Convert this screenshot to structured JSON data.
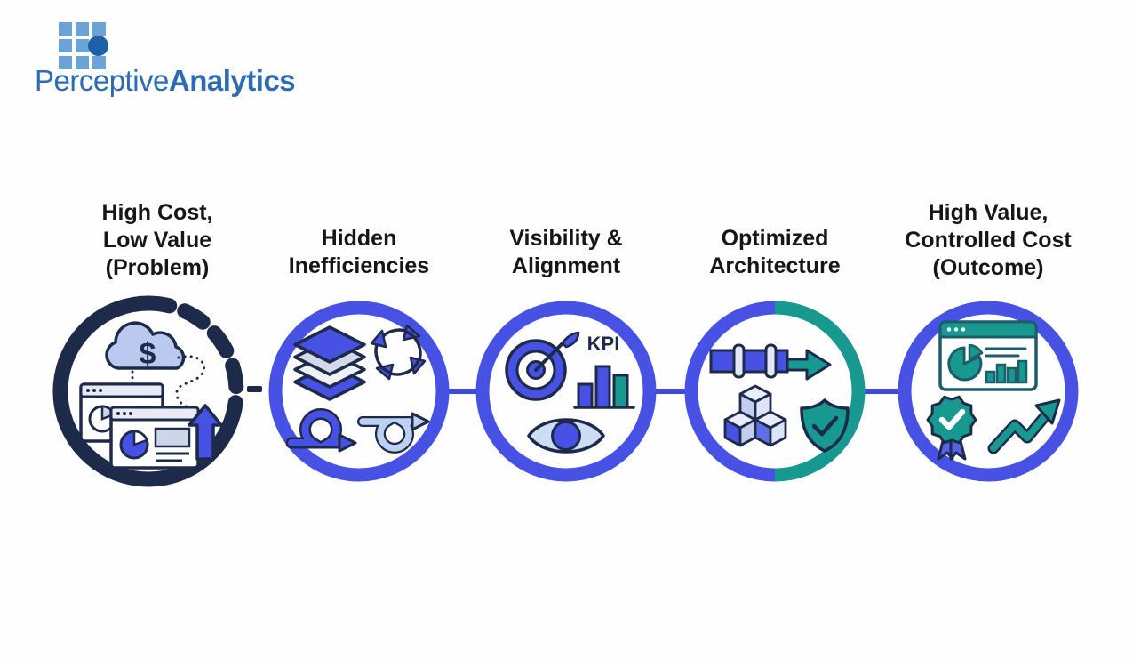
{
  "logo": {
    "brand_regular": "Perceptive",
    "brand_bold": "Analytics"
  },
  "colors": {
    "navy": "#1e2a4a",
    "blue": "#4752e4",
    "blueLine": "#3f4bd8",
    "teal": "#18998f",
    "inkteal": "#1d5c6b",
    "lightblue": "#bdd2f2",
    "paleblue2": "#cfdcf6",
    "pale": "#e8ebf4",
    "cloud": "#b9c9ef",
    "text": "#161616",
    "logoSquare": "#6ba3d9",
    "logoDot": "#1d61a8",
    "logoText": "#2b6cb4"
  },
  "stages": [
    {
      "id": "problem",
      "label_lines": [
        "High Cost,",
        "Low Value",
        "(Problem)"
      ],
      "ring_style": "navy-dashed",
      "icons": [
        "cloud-dollar-icon",
        "dotted-flow-path",
        "report-window-icon",
        "report-window-icon",
        "cost-up-arrow-icon"
      ]
    },
    {
      "id": "hidden-inefficiencies",
      "label_lines": [
        "Hidden",
        "Inefficiencies"
      ],
      "ring_style": "blue",
      "icons": [
        "layers-icon",
        "cycle-arrows-icon",
        "loop-arrow-dark-icon",
        "loop-arrow-light-icon"
      ]
    },
    {
      "id": "visibility-alignment",
      "label_lines": [
        "Visibility &",
        "Alignment"
      ],
      "ring_style": "blue",
      "icons": [
        "target-dart-icon",
        "kpi-bars-icon",
        "eye-icon"
      ]
    },
    {
      "id": "optimized-architecture",
      "label_lines": [
        "Optimized",
        "Architecture"
      ],
      "ring_style": "blue-teal-split",
      "icons": [
        "pipeline-arrow-icon",
        "cubes-icon",
        "shield-check-icon"
      ]
    },
    {
      "id": "outcome",
      "label_lines": [
        "High Value,",
        "Controlled Cost",
        "(Outcome)"
      ],
      "ring_style": "blue",
      "icons": [
        "dashboard-window-icon",
        "award-badge-icon",
        "growth-arrow-icon"
      ]
    }
  ],
  "icon_labels": {
    "cloud_dollar": "$",
    "kpi": "KPI"
  }
}
